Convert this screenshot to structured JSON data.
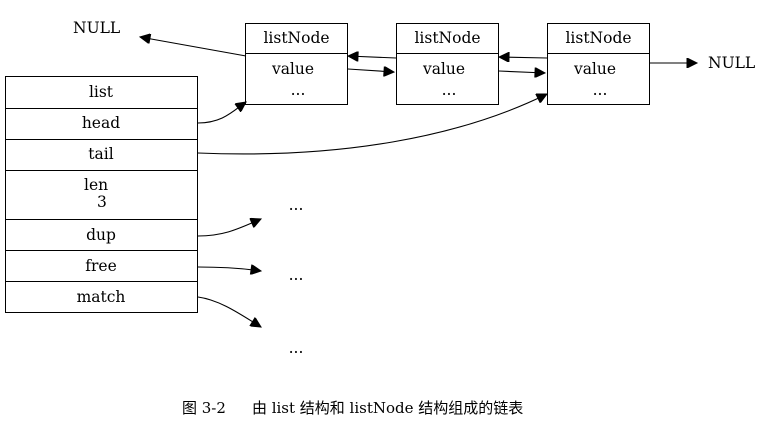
{
  "null_label": "NULL",
  "list_struct": {
    "header": "list",
    "fields": [
      {
        "name": "head"
      },
      {
        "name": "tail"
      },
      {
        "name": "len",
        "value": "3"
      },
      {
        "name": "dup"
      },
      {
        "name": "free"
      },
      {
        "name": "match"
      }
    ]
  },
  "nodes": [
    {
      "header": "listNode",
      "field": "value",
      "more": "..."
    },
    {
      "header": "listNode",
      "field": "value",
      "more": "..."
    },
    {
      "header": "listNode",
      "field": "value",
      "more": "..."
    }
  ],
  "ellipsis": "...",
  "caption": {
    "figure": "图 3-2",
    "text": "由 list 结构和 listNode 结构组成的链表"
  }
}
